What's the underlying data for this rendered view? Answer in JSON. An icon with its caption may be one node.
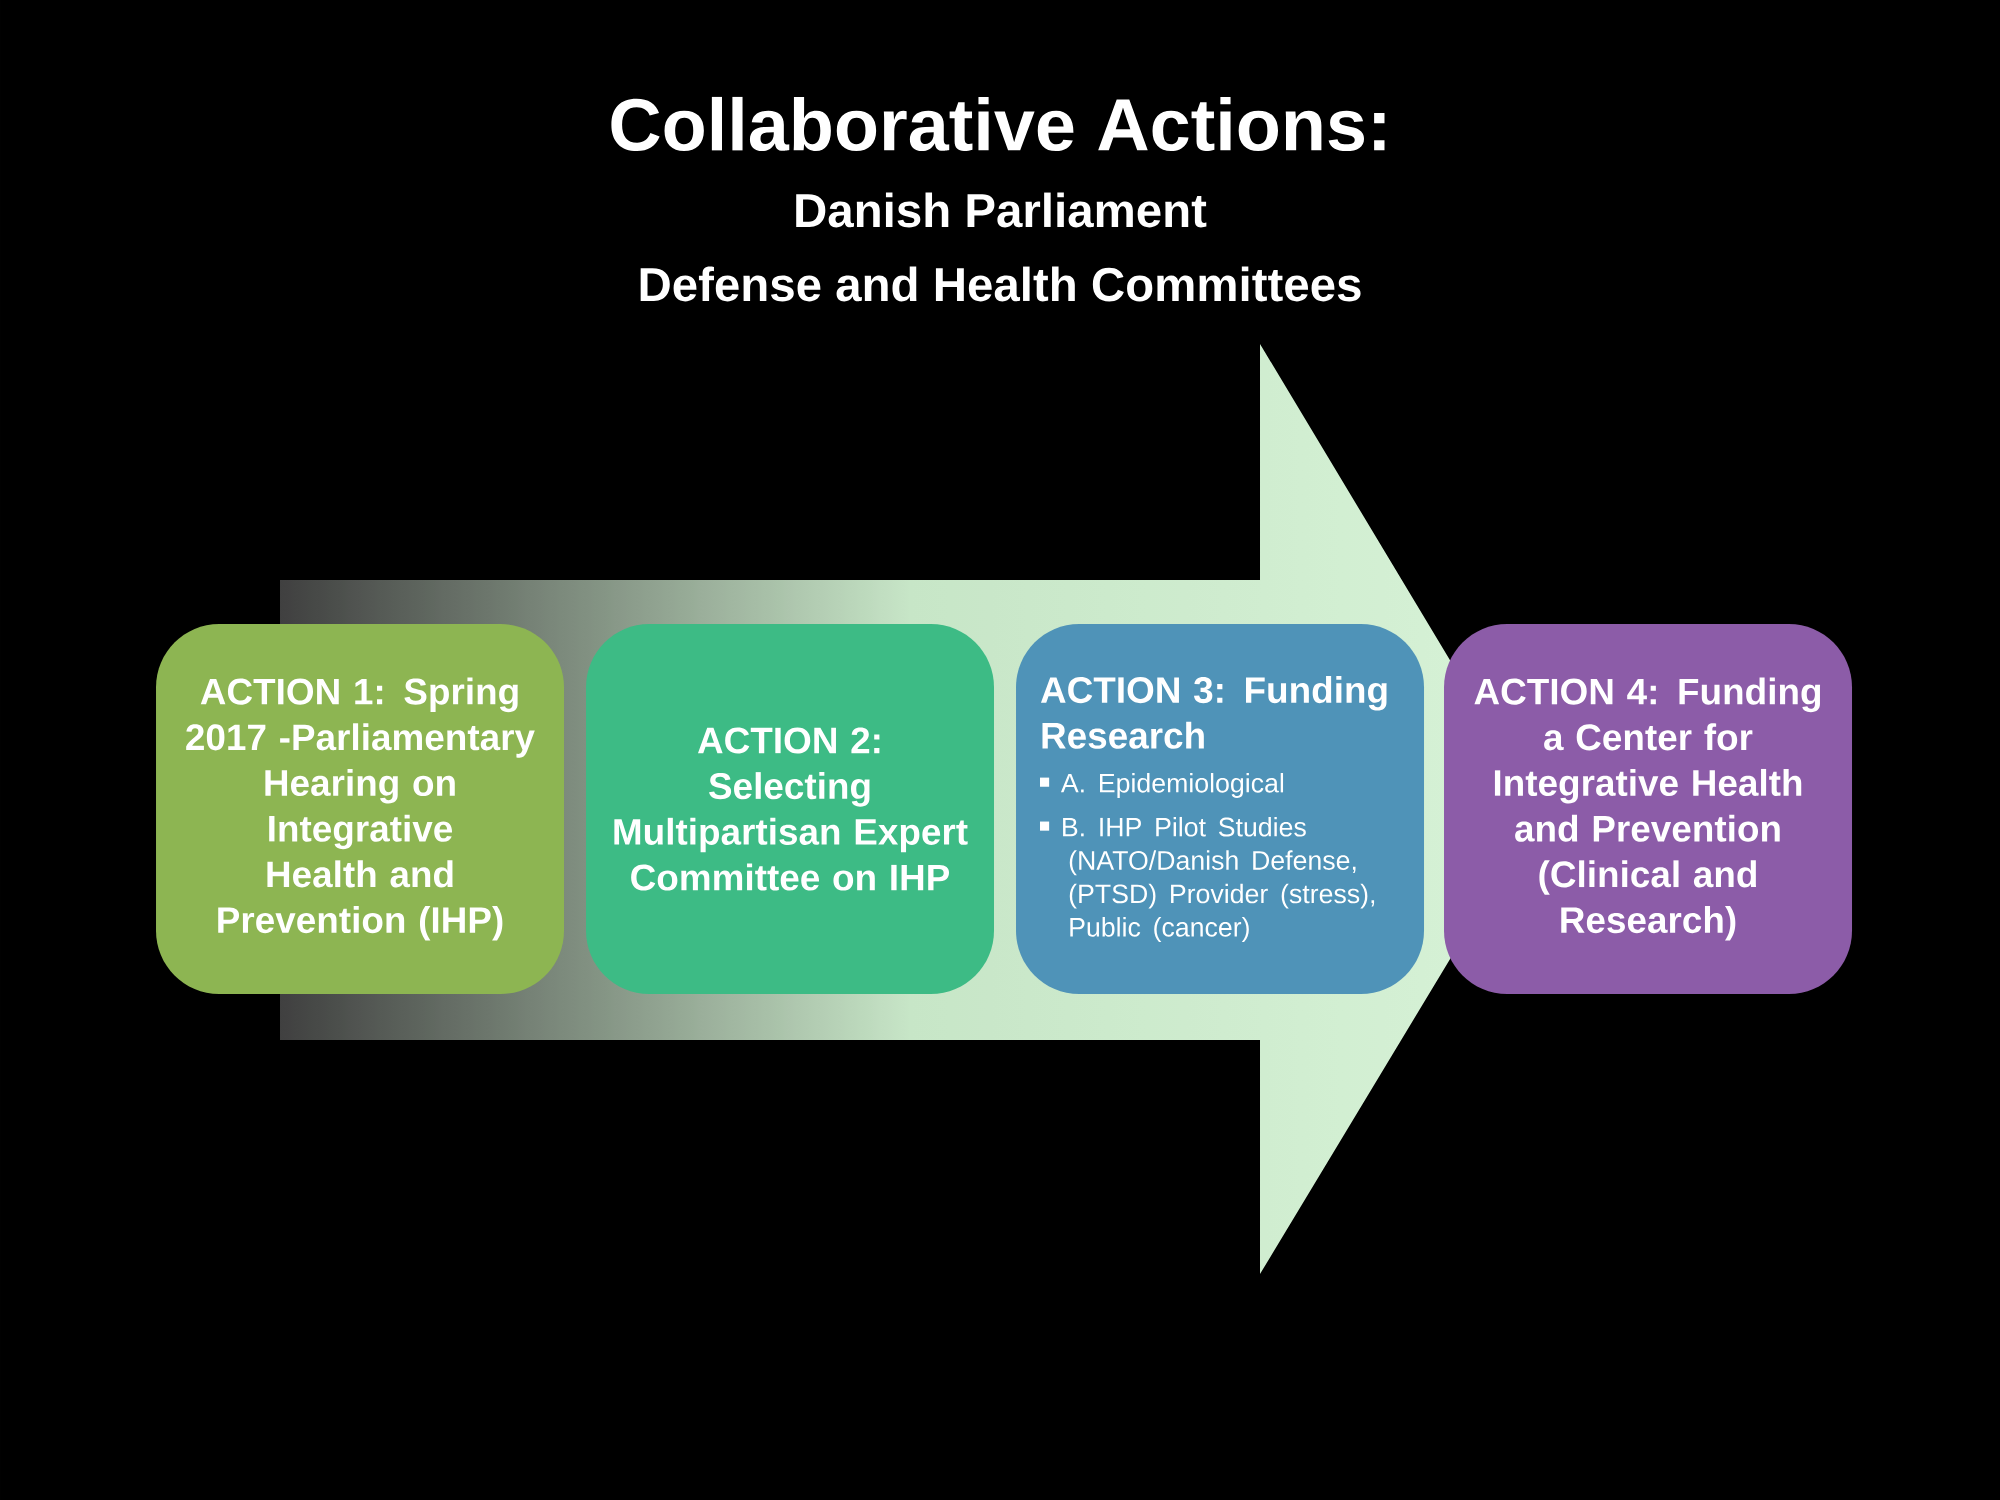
{
  "diagram": {
    "title": "Collaborative Actions:",
    "nodes": [
      {
        "text": [
          "ACTION 1: Spring 2017 -Parliamentary Hearing on Integrative Health and Prevention (IHP)"
        ]
      },
      {
        "text": [
          "ACTION 2: Selecting Multipartisan Expert Committee on IHP"
        ]
      },
      {
        "text": [
          "ACTION 3: Funding Research",
          "A. Epidemiological",
          "B. IHP Pilot Studies (NATO/Danish Defense, (PTSD) Provider (stress), Public (cancer)"
        ]
      },
      {
        "text": [
          "ACTION 4: Funding a Center for Integrative Health and Prevention (Clinical and Research)"
        ]
      }
    ],
    "labels": [
      "Danish Parliament",
      "Defense and Health Committees"
    ]
  }
}
